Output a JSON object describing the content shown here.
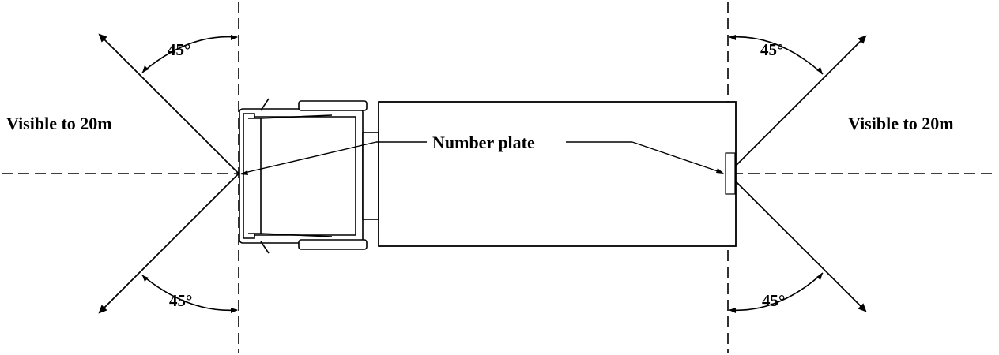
{
  "labels": {
    "visible_left": "Visible to 20m",
    "visible_right": "Visible to 20m",
    "number_plate": "Number plate",
    "angle_top_left": "45°",
    "angle_bottom_left": "45°",
    "angle_top_right": "45°",
    "angle_bottom_right": "45°"
  },
  "colors": {
    "line": "#000000",
    "background": "#ffffff"
  }
}
